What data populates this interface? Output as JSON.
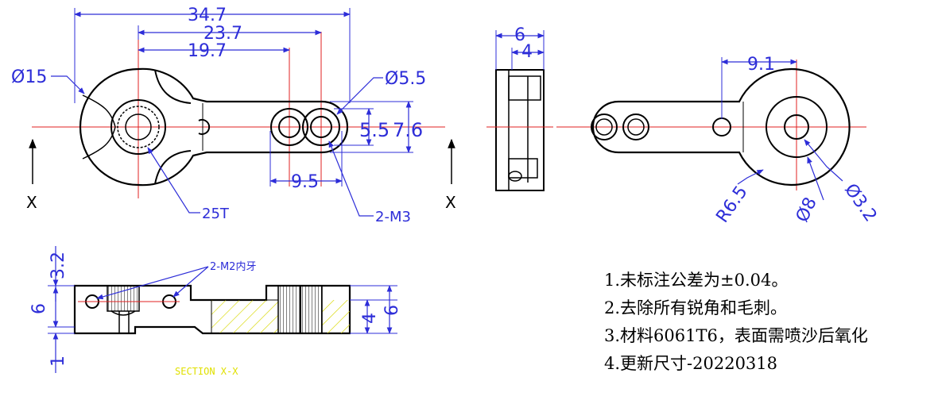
{
  "dimensions": {
    "top_view": {
      "overall_length": "34.7",
      "center_to_far_hole": "23.7",
      "center_to_near_hole": "19.7",
      "outer_diameter": "Ø15",
      "hole_diameter": "Ø5.5",
      "hole_height_a": "5.5",
      "hole_height_b": "7.6",
      "hole_spacing": "9.5",
      "spline": "25T",
      "threads": "2-M3",
      "section_marker_left": "X",
      "section_marker_right": "X"
    },
    "side_view": {
      "width_outer": "6",
      "width_inner": "4"
    },
    "bottom_view": {
      "offset": "9.1",
      "radius": "R6.5",
      "inner_diameter": "Ø3.2",
      "boss_diameter": "Ø8"
    },
    "section_view": {
      "top_height": "3.2",
      "left_height": "6",
      "bottom_height": "1",
      "right_inner": "4",
      "right_outer": "6",
      "threads": "2-M2内牙",
      "title": "SECTION X-X"
    }
  },
  "notes": [
    "1.未标注公差为±0.04。",
    "2.去除所有锐角和毛刺。",
    "3.材料6061T6，表面需喷沙后氧化",
    "4.更新尺寸-20220318"
  ],
  "colors": {
    "outline": "#000000",
    "dimension": "#2d2dd8",
    "centerline": "#e02020",
    "hatch": "#d8d800",
    "section_title": "#e0e000"
  }
}
